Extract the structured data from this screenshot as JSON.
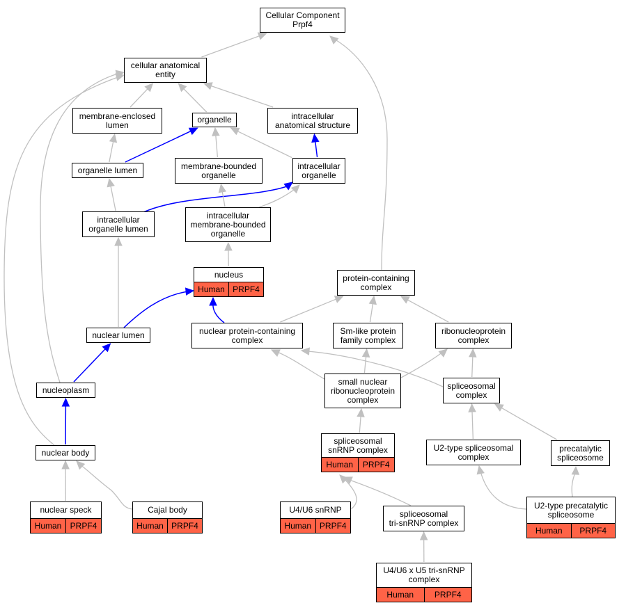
{
  "colors": {
    "annotated": "#ff6347",
    "is_a": "#c0c0c0",
    "part_of": "#0000ff"
  },
  "nodes": {
    "root": {
      "label": "Cellular Component\nPrpf4"
    },
    "cae": {
      "label": "cellular anatomical\nentity"
    },
    "mel": {
      "label": "membrane-enclosed\nlumen"
    },
    "org": {
      "label": "organelle"
    },
    "ias": {
      "label": "intracellular\nanatomical structure"
    },
    "orgl": {
      "label": "organelle lumen"
    },
    "mbo": {
      "label": "membrane-bounded\norganelle"
    },
    "io": {
      "label": "intracellular\norganelle"
    },
    "iol": {
      "label": "intracellular\norganelle lumen"
    },
    "imbo": {
      "label": "intracellular\nmembrane-bounded\norganelle"
    },
    "nuc": {
      "label": "nucleus",
      "species": "Human",
      "gene": "PRPF4"
    },
    "pcc": {
      "label": "protein-containing\ncomplex"
    },
    "nl": {
      "label": "nuclear lumen"
    },
    "npcc": {
      "label": "nuclear protein-containing\ncomplex"
    },
    "smlp": {
      "label": "Sm-like protein\nfamily complex"
    },
    "rnp": {
      "label": "ribonucleoprotein\ncomplex"
    },
    "np": {
      "label": "nucleoplasm"
    },
    "snrnp": {
      "label": "small nuclear\nribonucleoprotein\ncomplex"
    },
    "spl": {
      "label": "spliceosomal\ncomplex"
    },
    "nb": {
      "label": "nuclear body"
    },
    "ssnrnp": {
      "label": "spliceosomal\nsnRNP complex",
      "species": "Human",
      "gene": "PRPF4"
    },
    "u2s": {
      "label": "U2-type spliceosomal\ncomplex"
    },
    "pcs": {
      "label": "precatalytic\nspliceosome"
    },
    "ns": {
      "label": "nuclear speck",
      "species": "Human",
      "gene": "PRPF4"
    },
    "cb": {
      "label": "Cajal body",
      "species": "Human",
      "gene": "PRPF4"
    },
    "u46": {
      "label": "U4/U6 snRNP",
      "species": "Human",
      "gene": "PRPF4"
    },
    "tri": {
      "label": "spliceosomal\ntri-snRNP complex"
    },
    "u2pc": {
      "label": "U2-type precatalytic\nspliceosome",
      "species": "Human",
      "gene": "PRPF4"
    },
    "u46u5": {
      "label": "U4/U6 x U5 tri-snRNP\ncomplex",
      "species": "Human",
      "gene": "PRPF4"
    }
  },
  "edges": [
    {
      "from": "cae",
      "to": "root",
      "type": "is_a"
    },
    {
      "from": "pcc",
      "to": "root",
      "type": "is_a"
    },
    {
      "from": "mel",
      "to": "cae",
      "type": "is_a"
    },
    {
      "from": "org",
      "to": "cae",
      "type": "is_a"
    },
    {
      "from": "ias",
      "to": "cae",
      "type": "is_a"
    },
    {
      "from": "np",
      "to": "cae",
      "type": "is_a"
    },
    {
      "from": "nb",
      "to": "cae",
      "type": "is_a"
    },
    {
      "from": "orgl",
      "to": "mel",
      "type": "is_a"
    },
    {
      "from": "orgl",
      "to": "org",
      "type": "part_of"
    },
    {
      "from": "mbo",
      "to": "org",
      "type": "is_a"
    },
    {
      "from": "io",
      "to": "org",
      "type": "is_a"
    },
    {
      "from": "io",
      "to": "ias",
      "type": "part_of"
    },
    {
      "from": "iol",
      "to": "orgl",
      "type": "is_a"
    },
    {
      "from": "iol",
      "to": "io",
      "type": "part_of"
    },
    {
      "from": "imbo",
      "to": "mbo",
      "type": "is_a"
    },
    {
      "from": "imbo",
      "to": "io",
      "type": "is_a"
    },
    {
      "from": "nuc",
      "to": "imbo",
      "type": "is_a"
    },
    {
      "from": "nl",
      "to": "iol",
      "type": "is_a"
    },
    {
      "from": "nl",
      "to": "nuc",
      "type": "part_of"
    },
    {
      "from": "npcc",
      "to": "nuc",
      "type": "part_of"
    },
    {
      "from": "npcc",
      "to": "pcc",
      "type": "is_a"
    },
    {
      "from": "smlp",
      "to": "pcc",
      "type": "is_a"
    },
    {
      "from": "rnp",
      "to": "pcc",
      "type": "is_a"
    },
    {
      "from": "np",
      "to": "nl",
      "type": "part_of"
    },
    {
      "from": "snrnp",
      "to": "npcc",
      "type": "is_a"
    },
    {
      "from": "snrnp",
      "to": "smlp",
      "type": "is_a"
    },
    {
      "from": "snrnp",
      "to": "rnp",
      "type": "is_a"
    },
    {
      "from": "spl",
      "to": "npcc",
      "type": "is_a"
    },
    {
      "from": "spl",
      "to": "rnp",
      "type": "is_a"
    },
    {
      "from": "nb",
      "to": "np",
      "type": "part_of"
    },
    {
      "from": "ssnrnp",
      "to": "snrnp",
      "type": "is_a"
    },
    {
      "from": "u2s",
      "to": "spl",
      "type": "is_a"
    },
    {
      "from": "pcs",
      "to": "spl",
      "type": "is_a"
    },
    {
      "from": "ns",
      "to": "nb",
      "type": "is_a"
    },
    {
      "from": "cb",
      "to": "nb",
      "type": "is_a"
    },
    {
      "from": "u46",
      "to": "ssnrnp",
      "type": "is_a"
    },
    {
      "from": "tri",
      "to": "ssnrnp",
      "type": "is_a"
    },
    {
      "from": "u2pc",
      "to": "u2s",
      "type": "is_a"
    },
    {
      "from": "u2pc",
      "to": "pcs",
      "type": "is_a"
    },
    {
      "from": "u46u5",
      "to": "tri",
      "type": "is_a"
    }
  ]
}
